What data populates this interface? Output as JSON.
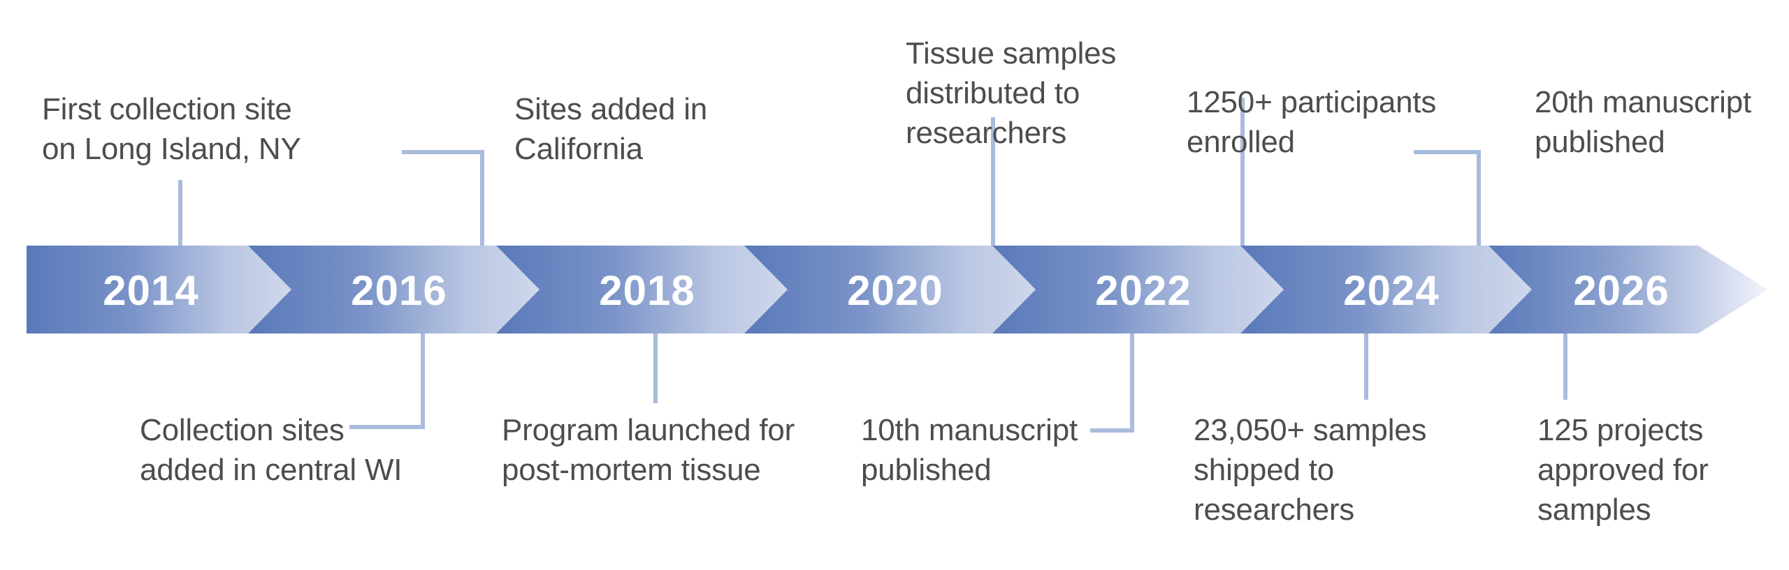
{
  "figure": {
    "type": "timeline",
    "orientation": "horizontal",
    "background_color": "#ffffff",
    "text_color": "#4d4d4d",
    "leader_line_color": "#a9bcdd",
    "band": {
      "gradient_dark": "#5a79ba",
      "gradient_light": "#c6d0e8",
      "year_label_color": "#ffffff"
    }
  },
  "timeline": {
    "years": [
      "2014",
      "2016",
      "2018",
      "2020",
      "2022",
      "2024",
      "2026"
    ],
    "milestones": [
      {
        "year": "2014",
        "position": "above",
        "text": "First collection site\non Long Island, NY",
        "leader": "vertical"
      },
      {
        "year": "2016",
        "position": "below",
        "text": "Collection sites\nadded in central WI",
        "leader": "elbow-left"
      },
      {
        "year": "2018",
        "position": "above",
        "text": "Sites added in\nCalifornia",
        "leader": "elbow-right"
      },
      {
        "year": "2018",
        "position": "below",
        "text": "Program launched for\npost-mortem tissue",
        "leader": "vertical"
      },
      {
        "year": "2022",
        "position": "above",
        "text": "Tissue samples\ndistributed to\nresearchers",
        "leader": "vertical"
      },
      {
        "year": "2022",
        "position": "below",
        "text": "10th manuscript\npublished",
        "leader": "elbow-left"
      },
      {
        "year": "2024",
        "position": "above",
        "text": "1250+ participants\nenrolled",
        "leader": "vertical"
      },
      {
        "year": "2024",
        "position": "below",
        "text": "23,050+ samples\nshipped to\nresearchers",
        "leader": "vertical"
      },
      {
        "year": "2026",
        "position": "above",
        "text": "20th manuscript\npublished",
        "leader": "elbow-right"
      },
      {
        "year": "2026",
        "position": "below",
        "text": "125 projects\napproved for\nsamples",
        "leader": "vertical"
      }
    ]
  }
}
